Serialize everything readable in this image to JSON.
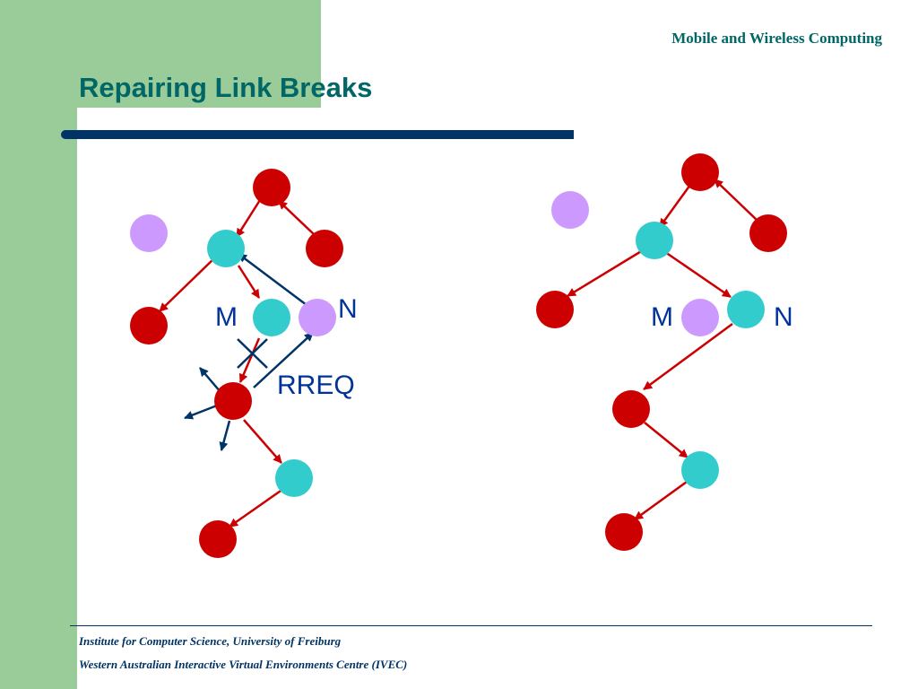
{
  "header": {
    "title": "Mobile and Wireless Computing"
  },
  "slide": {
    "title": "Repairing Link Breaks"
  },
  "diagram_left": {
    "label_m": "M",
    "label_n": "N",
    "label_rreq": "RREQ"
  },
  "diagram_right": {
    "label_m": "M",
    "label_n": "N"
  },
  "footer": {
    "line1": "Institute for Computer Science, University of Freiburg",
    "line2": "Western Australian Interactive Virtual Environments Centre (IVEC)"
  },
  "colors": {
    "background_green": "#99cc99",
    "title_teal": "#006666",
    "navy": "#003366",
    "node_red": "#cc0000",
    "node_cyan": "#33cccc",
    "node_lilac": "#cc99ff",
    "arrow_red": "#cc0000",
    "arrow_blue": "#003366"
  }
}
